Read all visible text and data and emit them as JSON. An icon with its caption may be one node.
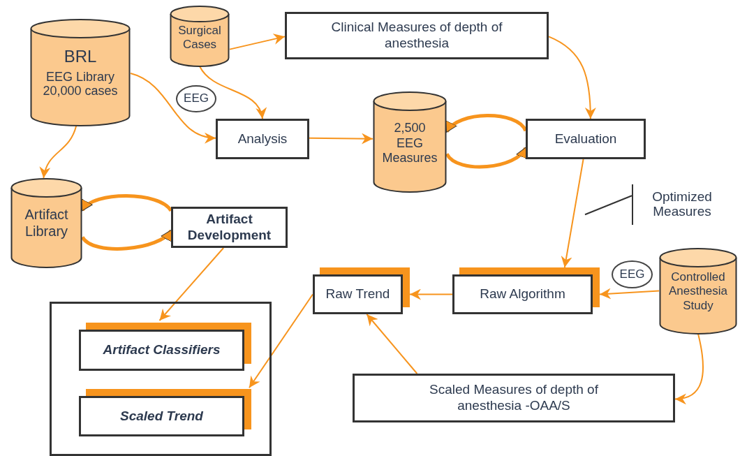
{
  "diagram": {
    "nodes": [
      {
        "text": [
          "BRL",
          "EEG Library 20,000 cases"
        ]
      },
      {
        "text": [
          "Surgical Cases"
        ]
      },
      {
        "text": [
          "Clinical Measures of depth of anesthesia"
        ]
      },
      {
        "text": [
          "EEG"
        ]
      },
      {
        "text": [
          "Analysis"
        ]
      },
      {
        "text": [
          "2,500 EEG Measures"
        ]
      },
      {
        "text": [
          "Evaluation"
        ]
      },
      {
        "text": [
          "Artifact Library"
        ]
      },
      {
        "text": [
          "Artifact Development"
        ]
      },
      {
        "text": [
          "Optimized Measures"
        ]
      },
      {
        "text": [
          "Raw Trend"
        ]
      },
      {
        "text": [
          "Raw Algorithm"
        ]
      },
      {
        "text": [
          "EEG"
        ]
      },
      {
        "text": [
          "Controlled Anesthesia Study"
        ]
      },
      {
        "text": [],
        "shape": "box"
      },
      {
        "text": [
          "Artifact Classifiers"
        ],
        "in": 14
      },
      {
        "text": [
          "Scaled Trend"
        ],
        "in": 14
      },
      {
        "text": [
          "Scaled Measures of depth of anesthesia -OAA/S"
        ]
      }
    ],
    "edges": [
      {
        "from": 1,
        "to": 2,
        "arrow": "to"
      },
      {
        "from": 1,
        "to": 4,
        "arrow": "to"
      },
      {
        "from": 0,
        "to": 4,
        "arrow": "to"
      },
      {
        "from": 0,
        "to": 7,
        "arrow": "to"
      },
      {
        "from": 4,
        "to": 5,
        "arrow": "to"
      },
      {
        "from": 2,
        "to": 6,
        "arrow": "to"
      },
      {
        "from": 6,
        "to": 11,
        "arrow": "to"
      },
      {
        "from": 13,
        "to": 11,
        "arrow": "to"
      },
      {
        "from": 11,
        "to": 10,
        "arrow": "to"
      },
      {
        "from": 17,
        "to": 10,
        "arrow": "to"
      },
      {
        "from": 13,
        "to": 17,
        "arrow": "to"
      },
      {
        "from": 8,
        "to": 15,
        "arrow": "to"
      },
      {
        "from": 10,
        "to": 16,
        "arrow": "to"
      },
      {
        "from": 9,
        "to": null,
        "arrow": "none",
        "color": "#333333"
      },
      {
        "from": 6,
        "to": 5,
        "arrow": "to",
        "style": "thick"
      },
      {
        "from": 5,
        "to": 6,
        "arrow": "to",
        "style": "thick"
      },
      {
        "from": 8,
        "to": 7,
        "arrow": "to",
        "style": "thick"
      },
      {
        "from": 7,
        "to": 8,
        "arrow": "to",
        "style": "thick"
      }
    ]
  }
}
